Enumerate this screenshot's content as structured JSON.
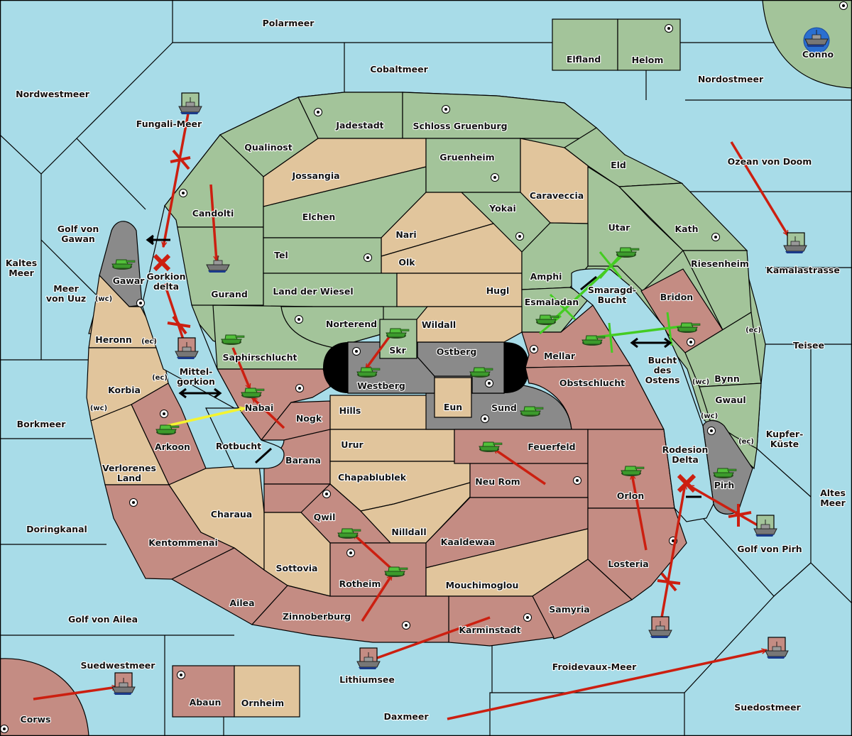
{
  "colors": {
    "sea": "#a8dce8",
    "power_green": "#a3c49a",
    "power_tan": "#e1c59c",
    "power_red": "#c48c83",
    "neutral_gray": "#8a8a8a",
    "order_red": "#cc1f10",
    "order_green": "#44cc22",
    "order_yellow": "#f4f430",
    "impassable": "#000000",
    "conno_badge": "#2a6fd0"
  },
  "seas": [
    {
      "id": "polarmeer",
      "label": "Polarmeer"
    },
    {
      "id": "cobaltmeer",
      "label": "Cobaltmeer"
    },
    {
      "id": "nordwestmeer",
      "label": "Nordwestmeer"
    },
    {
      "id": "nordostmeer",
      "label": "Nordostmeer"
    },
    {
      "id": "fungali-meer",
      "label": "Fungali-Meer"
    },
    {
      "id": "ozean-von-doom",
      "label": "Ozean von Doom"
    },
    {
      "id": "golf-von-gawan",
      "label": "Golf von Gawan"
    },
    {
      "id": "kaltes-meer",
      "label": "Kaltes Meer"
    },
    {
      "id": "meer-von-uuz",
      "label": "Meer von Uuz"
    },
    {
      "id": "kamalastrasse",
      "label": "Kamalastrasse"
    },
    {
      "id": "teisee",
      "label": "Teisee"
    },
    {
      "id": "borkmeer",
      "label": "Borkmeer"
    },
    {
      "id": "kupfer-kueste",
      "label": "Kupfer- Küste"
    },
    {
      "id": "altes-meer",
      "label": "Altes Meer"
    },
    {
      "id": "doringkanal",
      "label": "Doringkanal"
    },
    {
      "id": "golf-von-pirh",
      "label": "Golf von Pirh"
    },
    {
      "id": "golf-von-ailea",
      "label": "Golf von Ailea"
    },
    {
      "id": "suedwestmeer",
      "label": "Suedwestmeer"
    },
    {
      "id": "lithiumsee",
      "label": "Lithiumsee"
    },
    {
      "id": "froidevaux-meer",
      "label": "Froidevaux-Meer"
    },
    {
      "id": "daxmeer",
      "label": "Daxmeer"
    },
    {
      "id": "suedostmeer",
      "label": "Suedostmeer"
    },
    {
      "id": "gorkion-delta",
      "label": "Gorkion delta"
    },
    {
      "id": "mittelgorkion",
      "label": "Mittel- gorkion"
    },
    {
      "id": "rotbucht",
      "label": "Rotbucht"
    },
    {
      "id": "smaragd-bucht",
      "label": "Smaragd- Bucht"
    },
    {
      "id": "bucht-des-ostens",
      "label": "Bucht des Ostens"
    },
    {
      "id": "rodesion-delta",
      "label": "Rodesion Delta"
    }
  ],
  "territories": [
    {
      "id": "elfland",
      "label": "Elfland",
      "owner": "green"
    },
    {
      "id": "helom",
      "label": "Helom",
      "owner": "green",
      "supply": true
    },
    {
      "id": "conno",
      "label": "Conno",
      "owner": "green",
      "supply": true
    },
    {
      "id": "jadestadt",
      "label": "Jadestadt",
      "owner": "green",
      "supply": true
    },
    {
      "id": "schloss-gruenburg",
      "label": "Schloss Gruenburg",
      "owner": "green",
      "supply": true
    },
    {
      "id": "qualinost",
      "label": "Qualinost",
      "owner": "green"
    },
    {
      "id": "candolti",
      "label": "Candolti",
      "owner": "green",
      "supply": true
    },
    {
      "id": "gurand",
      "label": "Gurand",
      "owner": "green"
    },
    {
      "id": "jossangia",
      "label": "Jossangia",
      "owner": "tan"
    },
    {
      "id": "elchen",
      "label": "Elchen",
      "owner": "green"
    },
    {
      "id": "gruenheim",
      "label": "Gruenheim",
      "owner": "green",
      "supply": true
    },
    {
      "id": "caraveccia",
      "label": "Caraveccia",
      "owner": "tan"
    },
    {
      "id": "eld",
      "label": "Eld",
      "owner": "green"
    },
    {
      "id": "yokai",
      "label": "Yokai",
      "owner": "green",
      "supply": true
    },
    {
      "id": "nari",
      "label": "Nari",
      "owner": "tan"
    },
    {
      "id": "olk",
      "label": "Olk",
      "owner": "tan"
    },
    {
      "id": "tel",
      "label": "Tel",
      "owner": "green",
      "supply": true
    },
    {
      "id": "land-der-wiesel",
      "label": "Land der Wiesel",
      "owner": "green"
    },
    {
      "id": "hugl",
      "label": "Hugl",
      "owner": "tan"
    },
    {
      "id": "utar",
      "label": "Utar",
      "owner": "green"
    },
    {
      "id": "kath",
      "label": "Kath",
      "owner": "green",
      "supply": true
    },
    {
      "id": "amphi",
      "label": "Amphi",
      "owner": "green"
    },
    {
      "id": "esmaladan",
      "label": "Esmaladan",
      "owner": "green"
    },
    {
      "id": "riesenheim",
      "label": "Riesenheim",
      "owner": "green"
    },
    {
      "id": "bridon",
      "label": "Bridon",
      "owner": "red",
      "supply": true
    },
    {
      "id": "gawar",
      "label": "Gawar",
      "owner": "neutral",
      "supply": true
    },
    {
      "id": "heronn",
      "label": "Heronn",
      "owner": "tan"
    },
    {
      "id": "norterend",
      "label": "Norterend",
      "owner": "green",
      "supply": true
    },
    {
      "id": "wildall",
      "label": "Wildall",
      "owner": "tan"
    },
    {
      "id": "skr",
      "label": "Skr",
      "owner": "green"
    },
    {
      "id": "ostberg",
      "label": "Ostberg",
      "owner": "neutral"
    },
    {
      "id": "westberg",
      "label": "Westberg",
      "owner": "neutral",
      "supply": true
    },
    {
      "id": "mellar",
      "label": "Mellar",
      "owner": "red",
      "supply": true
    },
    {
      "id": "saphirschlucht",
      "label": "Saphirschlucht",
      "owner": "green"
    },
    {
      "id": "obstschlucht",
      "label": "Obstschlucht",
      "owner": "red"
    },
    {
      "id": "korbia",
      "label": "Korbia",
      "owner": "tan"
    },
    {
      "id": "nabai",
      "label": "Nabai",
      "owner": "red",
      "supply": true
    },
    {
      "id": "hills",
      "label": "Hills",
      "owner": "tan"
    },
    {
      "id": "eun",
      "label": "Eun",
      "owner": "tan"
    },
    {
      "id": "sund",
      "label": "Sund",
      "owner": "neutral",
      "supply": true
    },
    {
      "id": "bynn",
      "label": "Bynn",
      "owner": "green"
    },
    {
      "id": "gwaul",
      "label": "Gwaul",
      "owner": "green"
    },
    {
      "id": "arkoon",
      "label": "Arkoon",
      "owner": "red",
      "supply": true
    },
    {
      "id": "nogk",
      "label": "Nogk",
      "owner": "red"
    },
    {
      "id": "urur",
      "label": "Urur",
      "owner": "tan"
    },
    {
      "id": "feuerfeld",
      "label": "Feuerfeld",
      "owner": "red"
    },
    {
      "id": "verlorenes-land",
      "label": "Verlorenes Land",
      "owner": "tan"
    },
    {
      "id": "barana",
      "label": "Barana",
      "owner": "red"
    },
    {
      "id": "chapablublek",
      "label": "Chapablublek",
      "owner": "tan"
    },
    {
      "id": "neu-rom",
      "label": "Neu Rom",
      "owner": "red",
      "supply": true
    },
    {
      "id": "orlon",
      "label": "Orlon",
      "owner": "red"
    },
    {
      "id": "pirh",
      "label": "Pirh",
      "owner": "neutral",
      "supply": true
    },
    {
      "id": "charaua",
      "label": "Charaua",
      "owner": "tan"
    },
    {
      "id": "qwil",
      "label": "Qwil",
      "owner": "red",
      "supply": true
    },
    {
      "id": "nilldall",
      "label": "Nilldall",
      "owner": "tan"
    },
    {
      "id": "kentommenai",
      "label": "Kentommenai",
      "owner": "red",
      "supply": true
    },
    {
      "id": "kaaldewaa",
      "label": "Kaaldewaa",
      "owner": "red"
    },
    {
      "id": "losteria",
      "label": "Losteria",
      "owner": "red",
      "supply": true
    },
    {
      "id": "sottovia",
      "label": "Sottovia",
      "owner": "tan"
    },
    {
      "id": "rotheim",
      "label": "Rotheim",
      "owner": "red",
      "supply": true
    },
    {
      "id": "mouchimoglou",
      "label": "Mouchimoglou",
      "owner": "tan"
    },
    {
      "id": "ailea",
      "label": "Ailea",
      "owner": "red"
    },
    {
      "id": "samyria",
      "label": "Samyria",
      "owner": "red"
    },
    {
      "id": "zinnoberburg",
      "label": "Zinnoberburg",
      "owner": "red",
      "supply": true
    },
    {
      "id": "karminstadt",
      "label": "Karminstadt",
      "owner": "red",
      "supply": true
    },
    {
      "id": "abaun",
      "label": "Abaun",
      "owner": "red",
      "supply": true
    },
    {
      "id": "ornheim",
      "label": "Ornheim",
      "owner": "tan"
    },
    {
      "id": "corws",
      "label": "Corws",
      "owner": "red",
      "supply": true
    }
  ],
  "coast_tags": [
    "(wc)",
    "(ec)",
    "(ec)",
    "(wc)",
    "(ec)",
    "(wc)",
    "(wc)",
    "(ec)"
  ],
  "units": [
    {
      "type": "fleet",
      "power": "green",
      "location": "Fungali-Meer"
    },
    {
      "type": "fleet",
      "power": "green",
      "location": "Kamalastrasse"
    },
    {
      "type": "fleet",
      "power": "green",
      "location": "Golf von Pirh"
    },
    {
      "type": "fleet",
      "power": "green",
      "location": "Gurand"
    },
    {
      "type": "fleet",
      "power": "neutral",
      "location": "Conno"
    },
    {
      "type": "fleet",
      "power": "red",
      "location": "Mittelgorkion"
    },
    {
      "type": "fleet",
      "power": "red",
      "location": "Suedwestmeer"
    },
    {
      "type": "fleet",
      "power": "red",
      "location": "Lithiumsee"
    },
    {
      "type": "fleet",
      "power": "red",
      "location": "Froidevaux-Meer"
    },
    {
      "type": "fleet",
      "power": "red",
      "location": "Suedostmeer"
    },
    {
      "type": "army",
      "location": "Gawar"
    },
    {
      "type": "army",
      "location": "Saphirschlucht"
    },
    {
      "type": "army",
      "location": "Nabai"
    },
    {
      "type": "army",
      "location": "Arkoon"
    },
    {
      "type": "army",
      "location": "Skr"
    },
    {
      "type": "army",
      "location": "Westberg"
    },
    {
      "type": "army",
      "location": "Ostberg"
    },
    {
      "type": "army",
      "location": "Sund"
    },
    {
      "type": "army",
      "location": "Utar"
    },
    {
      "type": "army",
      "location": "Esmaladan"
    },
    {
      "type": "army",
      "location": "Mellar"
    },
    {
      "type": "army",
      "location": "Bridon"
    },
    {
      "type": "army",
      "location": "Feuerfeld"
    },
    {
      "type": "army",
      "location": "Orlon"
    },
    {
      "type": "army",
      "location": "Pirh"
    },
    {
      "type": "army",
      "location": "Qwil"
    },
    {
      "type": "army",
      "location": "Rotheim"
    }
  ]
}
